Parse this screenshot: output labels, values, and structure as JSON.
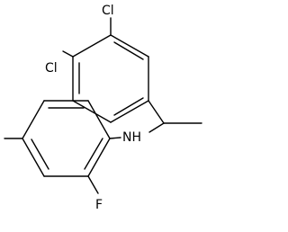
{
  "molecule": {
    "labels": {
      "cl_top": "Cl",
      "cl_side": "Cl",
      "nh": "NH",
      "f": "F"
    }
  }
}
